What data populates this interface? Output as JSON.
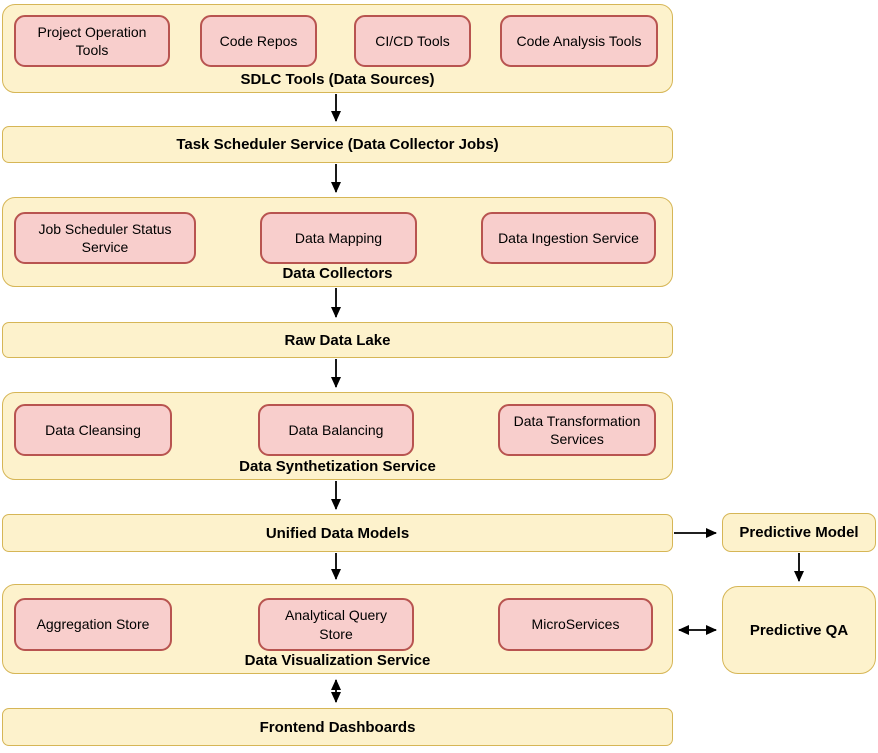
{
  "colors": {
    "container_fill": "#FDF2CC",
    "container_border": "#D6B656",
    "node_fill": "#F8CECC",
    "node_border": "#B85450",
    "arrow": "#000000",
    "background": "#FFFFFF",
    "text": "#000000"
  },
  "sections": {
    "sdlc": {
      "label": "SDLC Tools (Data Sources)",
      "items": [
        "Project Operation Tools",
        "Code Repos",
        "CI/CD Tools",
        "Code Analysis Tools"
      ]
    },
    "task_scheduler": {
      "label": "Task Scheduler Service (Data Collector Jobs)"
    },
    "data_collectors": {
      "label": "Data Collectors",
      "items": [
        "Job Scheduler Status Service",
        "Data Mapping",
        "Data Ingestion Service"
      ]
    },
    "raw_data_lake": {
      "label": "Raw Data Lake"
    },
    "data_synthetization": {
      "label": "Data Synthetization Service",
      "items": [
        "Data Cleansing",
        "Data Balancing",
        "Data Transformation Services"
      ]
    },
    "unified_data_models": {
      "label": "Unified Data Models"
    },
    "data_visualization": {
      "label": "Data Visualization Service",
      "items": [
        "Aggregation Store",
        "Analytical Query Store",
        "MicroServices"
      ]
    },
    "frontend_dashboards": {
      "label": "Frontend Dashboards"
    },
    "predictive_model": {
      "label": "Predictive Model"
    },
    "predictive_qa": {
      "label": "Predictive QA"
    }
  },
  "connections": [
    {
      "from": "SDLC Tools (Data Sources)",
      "to": "Task Scheduler Service (Data Collector Jobs)",
      "direction": "down",
      "arrow": "single"
    },
    {
      "from": "Task Scheduler Service (Data Collector Jobs)",
      "to": "Data Collectors",
      "direction": "down",
      "arrow": "single"
    },
    {
      "from": "Data Collectors",
      "to": "Raw Data Lake",
      "direction": "down",
      "arrow": "single"
    },
    {
      "from": "Raw Data Lake",
      "to": "Data Synthetization Service",
      "direction": "down",
      "arrow": "single"
    },
    {
      "from": "Data Synthetization Service",
      "to": "Unified Data Models",
      "direction": "down",
      "arrow": "single"
    },
    {
      "from": "Unified Data Models",
      "to": "Data Visualization Service",
      "direction": "down",
      "arrow": "single"
    },
    {
      "from": "Data Visualization Service",
      "to": "Frontend Dashboards",
      "direction": "down",
      "arrow": "double"
    },
    {
      "from": "Unified Data Models",
      "to": "Predictive Model",
      "direction": "right",
      "arrow": "single"
    },
    {
      "from": "Predictive Model",
      "to": "Predictive QA",
      "direction": "down",
      "arrow": "single"
    },
    {
      "from": "Data Visualization Service",
      "to": "Predictive QA",
      "direction": "right",
      "arrow": "double"
    }
  ]
}
